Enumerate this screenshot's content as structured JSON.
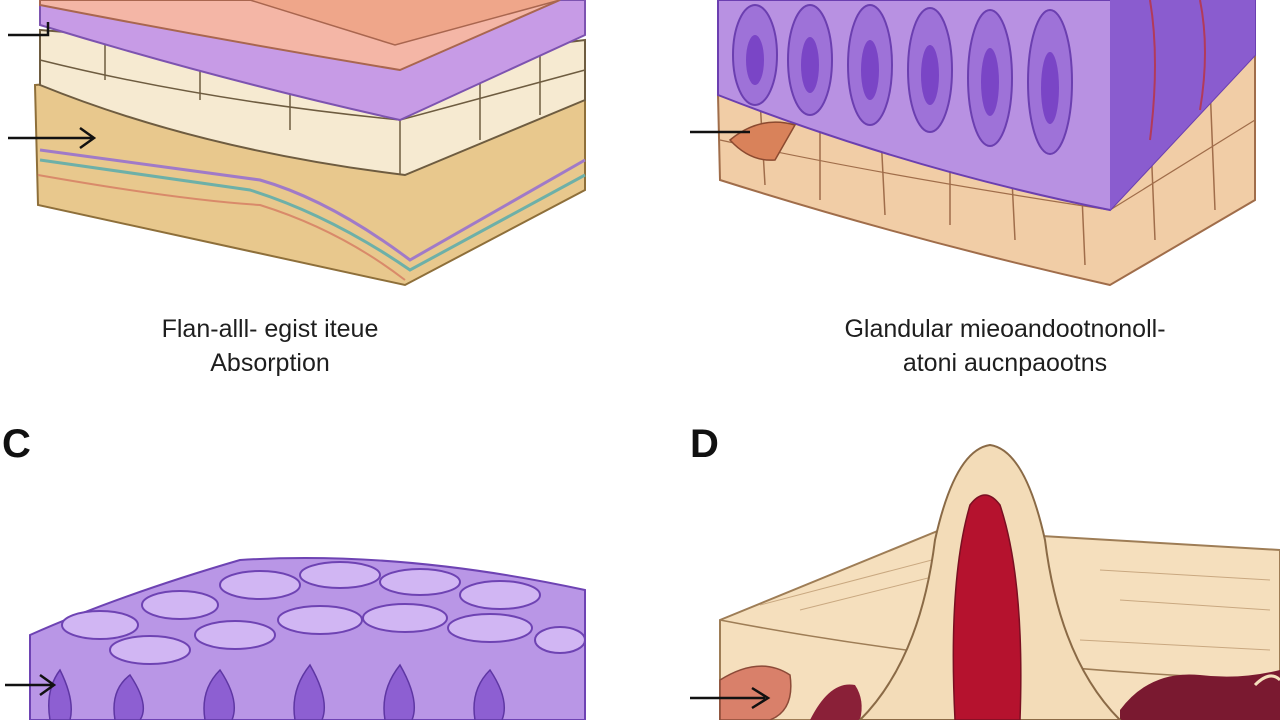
{
  "panels": {
    "a": {
      "caption_line1": "Flan-alll- egist iteue",
      "caption_line2": "Absorption"
    },
    "b": {
      "caption_line1": "Glandular mieoandootnonoll-",
      "caption_line2": "atoni aucnpaootns"
    },
    "c": {
      "letter": "C"
    },
    "d": {
      "letter": "D"
    }
  },
  "colors": {
    "pink": "#f4b6a6",
    "violet": "#b493e0",
    "deep_purple": "#8a5ccf",
    "tan": "#e9c98e",
    "cream": "#f7ead2",
    "crimson": "#b5122e",
    "maroon": "#7a1930"
  }
}
